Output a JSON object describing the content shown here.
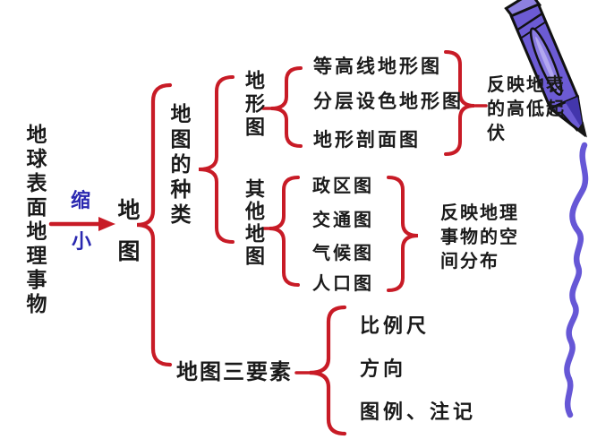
{
  "colors": {
    "brace_red": "#c81b26",
    "shrink_blue": "#2a28b0",
    "ink_black": "#1a1a1a",
    "pen_purple": "#6a5acd"
  },
  "nodes": {
    "source": "地球表面地理事物",
    "shrink_top": "缩",
    "shrink_bottom": "小",
    "map": "地图",
    "map_kinds": "地图的种类",
    "topo_map": "地形图",
    "other_maps": "其他地图",
    "topo_items": [
      "等高线地形图",
      "分层设色地形图",
      "地形剖面图"
    ],
    "topo_note_lines": [
      "反映地表",
      "的高低起",
      "伏"
    ],
    "other_items": [
      "政区图",
      "交通图",
      "气候图",
      "人口图"
    ],
    "other_note_lines": [
      "反映地理",
      "事物的空",
      "间分布"
    ],
    "three_elements": "地图三要素",
    "element_items": [
      "比例尺",
      "方向",
      "图例、注记"
    ]
  }
}
